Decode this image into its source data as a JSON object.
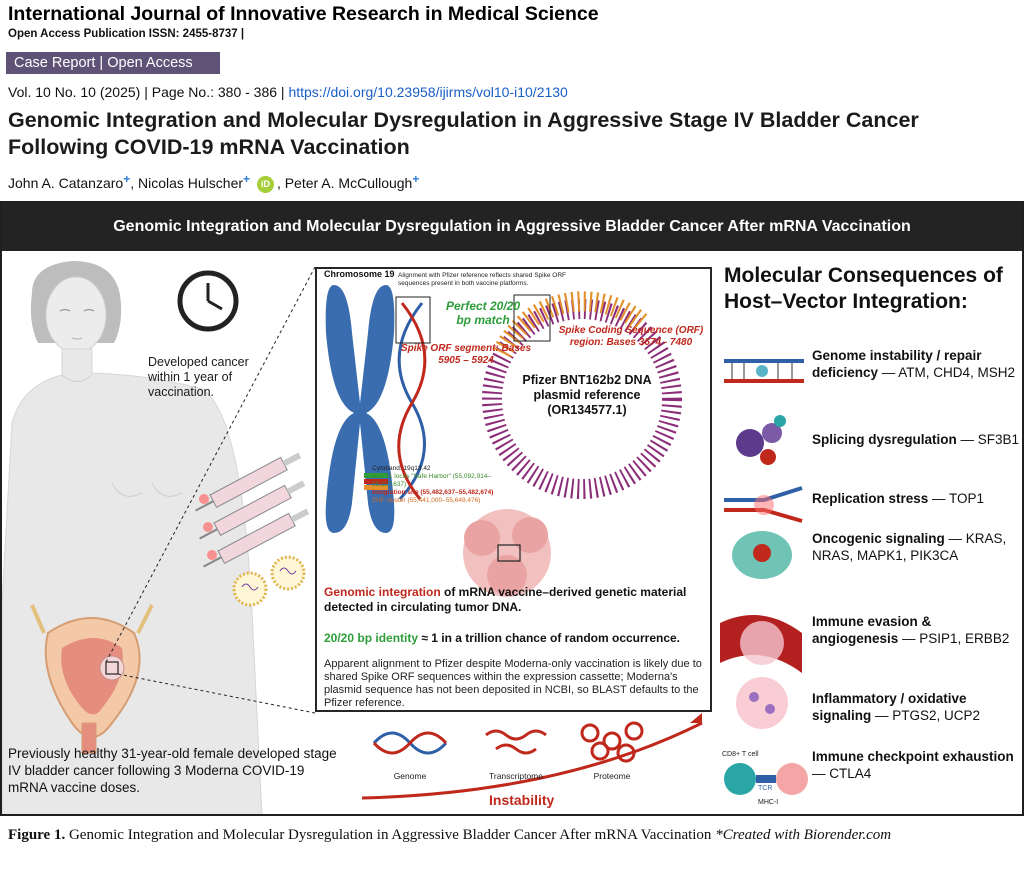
{
  "header": {
    "journal": "International Journal of Innovative Research in Medical Science",
    "issn": "Open Access Publication ISSN: 2455-8737 |",
    "badge": "Case Report | Open Access",
    "volume": "Vol. 10 No. 10 (2025) | Page No.: 380 - 386 |",
    "doi": "https://doi.org/10.23958/ijirms/vol10-i10/2130"
  },
  "paper": {
    "title": "Genomic Integration and Molecular Dysregulation in Aggressive Stage IV Bladder Cancer Following COVID-19 mRNA Vaccination",
    "authors": [
      {
        "name": "John A. Catanzaro",
        "mark": "+"
      },
      {
        "name": "Nicolas Hulscher",
        "mark": "+"
      },
      {
        "name": "Peter A. McCullough",
        "mark": "+"
      }
    ],
    "orcid_label": "iD"
  },
  "figure": {
    "banner": "Genomic Integration and Molecular Dysregulation in Aggressive Bladder Cancer After mRNA Vaccination",
    "clock_caption": "Developed cancer within 1 year of vaccination.",
    "patient_caption": "Previously healthy 31-year-old female developed stage IV bladder cancer following 3 Moderna COVID-19 mRNA vaccine doses.",
    "center": {
      "chromosome_label": "Chromosome 19",
      "alignment_note": "Alignment with Pfizer reference reflects shared Spike ORF sequences present in both vaccine platforms.",
      "perfect_match": "Perfect 20/20 bp match",
      "spike_segment": "Spike ORF segment: Bases 5905 – 5924",
      "spike_region": "Spike Coding Sequence (ORF) region: Bases 3674 - 7480",
      "plasmid": "Pfizer BNT162b2 DNA plasmid reference (OR134577.1)",
      "cytoband": "Cytoband: 19q13.42",
      "cyto_line1": "AAVS1 locus \"Safe Harbor\" (55,092,914–55,117,637)",
      "cyto_line2": "Integration site (55,482,637–55,482,674)",
      "cyto_line3": "ZNF cluster (55,441,000–55,649,476)",
      "integration_red": "Genomic integration",
      "integration_rest": " of mRNA vaccine–derived genetic material detected in circulating tumor DNA.",
      "identity_green": "20/20 bp identity",
      "identity_rest": " ≈ 1 in a trillion chance of random occurrence.",
      "moderna_note": "Apparent alignment to Pfizer despite Moderna-only vaccination is likely due to shared Spike ORF sequences within the expression cassette; Moderna's plasmid sequence has not been deposited in NCBI, so BLAST defaults to the Pfizer reference."
    },
    "omics": {
      "genome": "Genome",
      "transcriptome": "Transcriptome",
      "proteome": "Proteome",
      "instability": "Instability"
    },
    "consequences": {
      "title": "Molecular Consequences of Host–Vector Integration:",
      "items": [
        {
          "bold": "Genome instability / repair deficiency",
          "rest": " — ATM, CHD4, MSH2"
        },
        {
          "bold": "Splicing dysregulation",
          "rest": " — SF3B1"
        },
        {
          "bold": "Replication stress",
          "rest": " — TOP1"
        },
        {
          "bold": "Oncogenic signaling",
          "rest": " — KRAS, NRAS, MAPK1, PIK3CA"
        },
        {
          "bold": "Immune evasion & angiogenesis",
          "rest": " — PSIP1, ERBB2"
        },
        {
          "bold": "Inflammatory / oxidative signaling",
          "rest": " — PTGS2, UCP2"
        },
        {
          "bold": "Immune checkpoint exhaustion",
          "rest": " — CTLA4"
        }
      ],
      "tcell_label": "CD8+ T cell",
      "tcr_label": "TCR",
      "mhc_label": "MHC-I"
    }
  },
  "caption": {
    "lead": "Figure 1.",
    "text": " Genomic Integration and Molecular Dysregulation in Aggressive Bladder Cancer After mRNA Vaccination ",
    "italic": "*Created with Biorender.com"
  },
  "colors": {
    "badge": "#5e5276",
    "banner": "#232323",
    "accent_red": "#c0281c",
    "accent_green": "#2e9d3a",
    "link_blue": "#1a5ec8",
    "author_mark": "#2b7bd6"
  }
}
